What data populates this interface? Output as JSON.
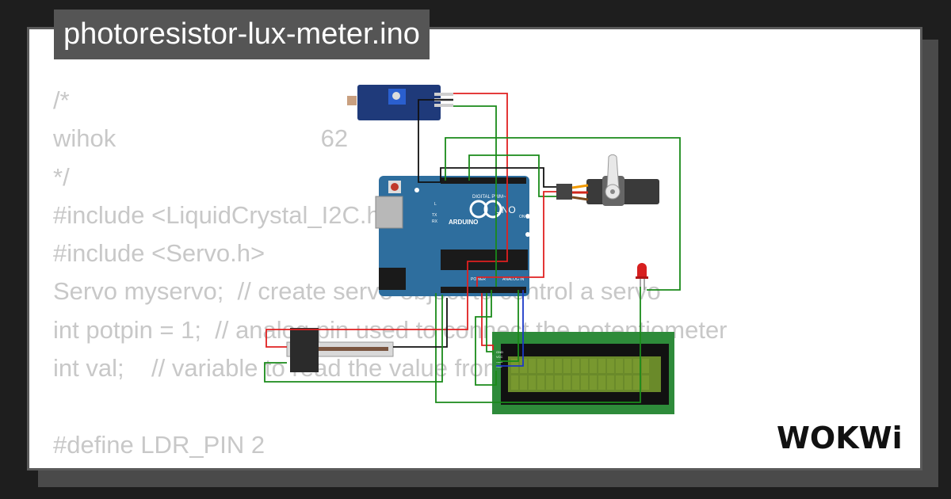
{
  "title": "photoresistor-lux-meter.ino",
  "code_lines": [
    "/*",
    "wihok                              62",
    "*/",
    "#include <LiquidCrystal_I2C.h>",
    "#include <Servo.h>",
    "Servo myservo;  // create servo object to control a servo",
    "int potpin = 1;  // analog pin used to connect the potentiometer",
    "int val;    // variable to read the value from the analog pin",
    "",
    "#define LDR_PIN 2"
  ],
  "arduino": {
    "brand": "ARDUINO",
    "model": "UNO",
    "header_digital": "DIGITAL PWM~",
    "header_power": "POWER",
    "header_analog": "ANALOG IN",
    "label_on": "ON",
    "label_tx": "TX",
    "label_rx": "RX",
    "label_l": "L"
  },
  "lcd_pins": [
    "GND",
    "VCC",
    "SDA",
    "SCL"
  ],
  "logo_text": "WOKWi",
  "colors": {
    "background": "#1e1e1e",
    "card": "#ffffff",
    "title_bg": "#555555",
    "code_text": "#c8c8c8",
    "arduino_blue": "#2e6e9e",
    "lcd_green": "#2e8b3a",
    "lcd_screen": "#6a8a2a",
    "wire_red": "#e02020",
    "wire_green": "#1a8a1a",
    "wire_black": "#111111",
    "wire_blue": "#1c38c8"
  }
}
